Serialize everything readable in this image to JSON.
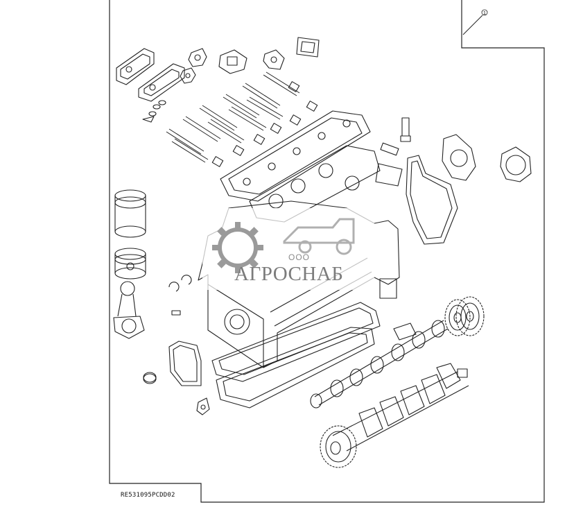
{
  "diagram": {
    "reference_code": "RE531095PCDD02",
    "callout_number": "1"
  },
  "watermark": {
    "company_prefix": "ООО",
    "company_name": "АГРОСНАБ"
  }
}
